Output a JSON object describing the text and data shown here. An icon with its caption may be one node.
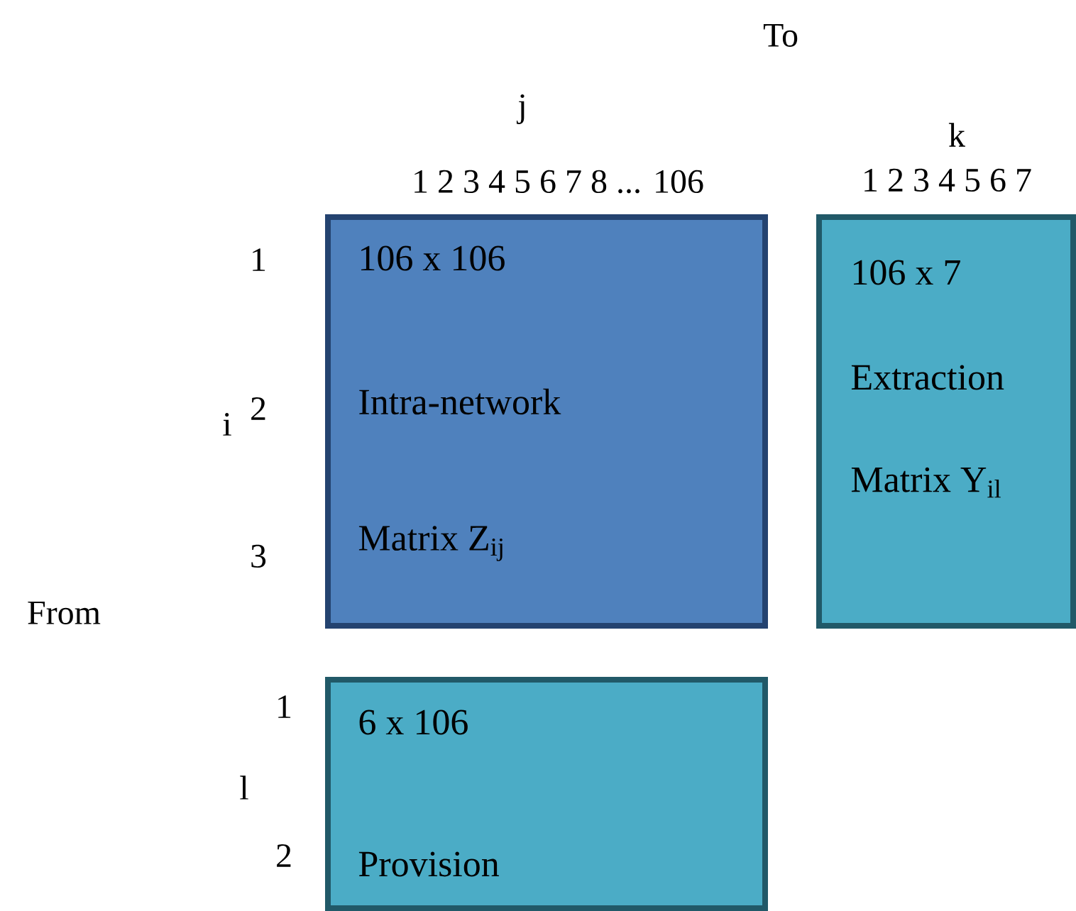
{
  "diagram": {
    "nodes": [
      {
        "text": [
          "106 x 106",
          "Intra-network",
          "Matrix Z$_{ij}$"
        ]
      },
      {
        "text": [
          "106 x 7",
          "Extraction",
          "Matrix Y$_{il}$"
        ]
      },
      {
        "text": [
          "6 x 106",
          "Provision"
        ]
      }
    ],
    "labels": [
      "To",
      "j",
      "1 2 3 4 5 6 7 8 ... 106",
      "k",
      "1 2 3 4 5 6 7",
      "1",
      "i",
      "2",
      "3",
      "From",
      "1",
      "l",
      "2"
    ]
  }
}
